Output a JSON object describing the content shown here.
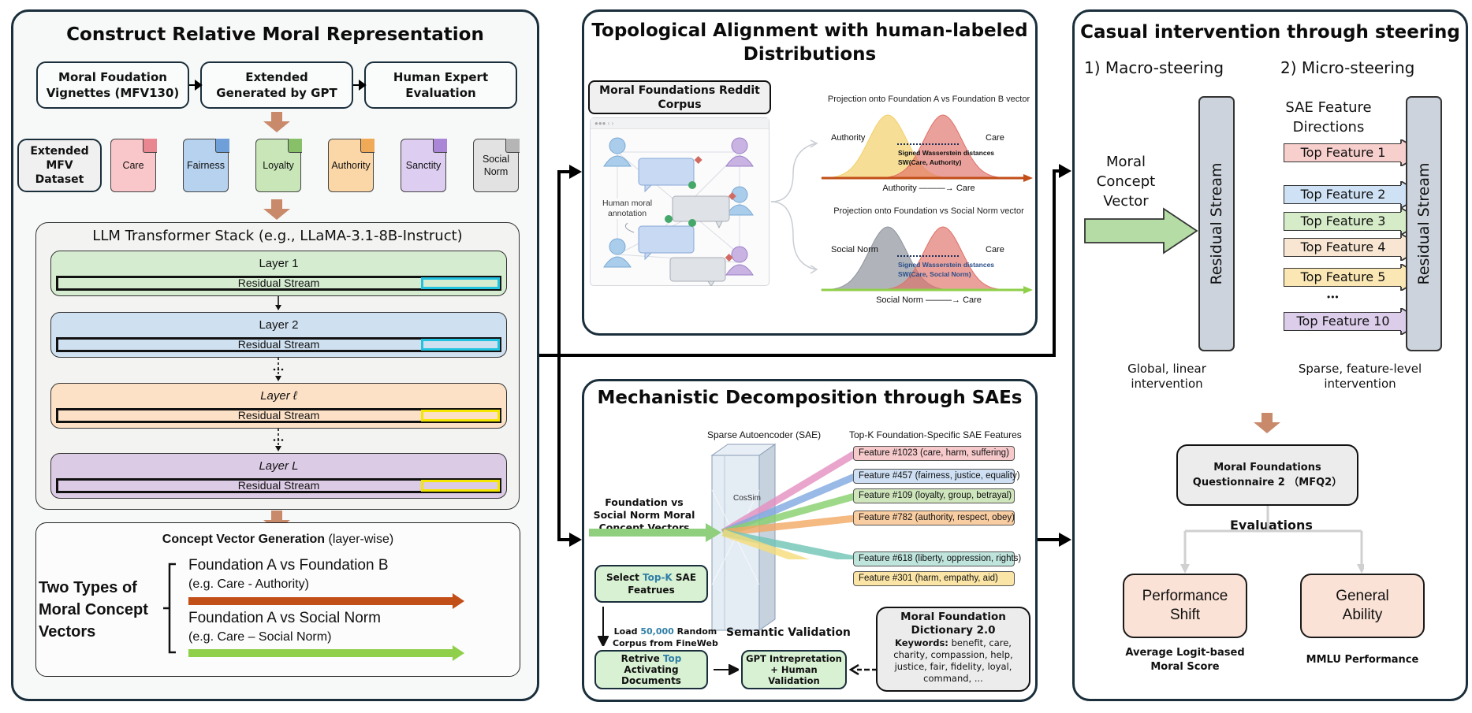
{
  "panel1": {
    "title": "Construct Relative Moral Representation",
    "pipeline": [
      {
        "label": "Moral Foudation\nVignettes (MFV130)"
      },
      {
        "label": "Extended\nGenerated by GPT"
      },
      {
        "label": "Human Expert\nEvaluation"
      }
    ],
    "dataset_label": "Extended\nMFV\nDataset",
    "documents": [
      {
        "label": "Care",
        "color": "#f9c6c9",
        "fold": "#e8878f"
      },
      {
        "label": "Fairness",
        "color": "#b6d2ef",
        "fold": "#6f9fd8"
      },
      {
        "label": "Loyalty",
        "color": "#c8e6b8",
        "fold": "#88c06a"
      },
      {
        "label": "Authority",
        "color": "#fbd7a8",
        "fold": "#f0a956"
      },
      {
        "label": "Sanctity",
        "color": "#ddcdf0",
        "fold": "#a987d6"
      },
      {
        "label": "Social\nNorm",
        "color": "#e2e2e2",
        "fold": "#b5b5b5"
      }
    ],
    "stack": {
      "title": "LLM Transformer Stack (e.g., LLaMA-3.1-8B-Instruct)",
      "layers": [
        {
          "name": "Layer 1",
          "stream": "Residual Stream",
          "color": "#d5ecd0",
          "highlight": "#22c3e0"
        },
        {
          "name": "Layer 2",
          "stream": "Residual Stream",
          "color": "#cfe0f1",
          "highlight": "#22c3e0"
        },
        {
          "name": "Layer ℓ",
          "stream": "Residual Stream",
          "color": "#fde1c6",
          "highlight": "#f5e600"
        },
        {
          "name": "Layer L",
          "stream": "Residual Stream",
          "color": "#dccbe5",
          "highlight": "#f5e600"
        }
      ],
      "ellipsis": "⋮"
    },
    "concept": {
      "title_bold": "Concept Vector Generation",
      "title_rest": " (layer-wise)",
      "types_label": "Two Types of\nMoral Concept\nVectors",
      "vectors": [
        {
          "line1": "Foundation A vs Foundation B",
          "line2": "(e.g. Care - Authority)",
          "color": "#c24e18"
        },
        {
          "line1": "Foundation A vs Social Norm",
          "line2": "(e.g. Care – Social Norm)",
          "color": "#8fcf4a"
        }
      ]
    }
  },
  "panel2": {
    "title": "Topological Alignment with human-labeled\nDistributions",
    "corpus_label": "Moral Foundations Reddit\nCorpus",
    "annotation_label": "Human moral\nannotation",
    "window_controls": "●●●  ‹  ›",
    "plots": [
      {
        "title": "Projection onto Foundation A vs Foundation B vector",
        "left_label": "Authority",
        "right_label": "Care",
        "metric_line1": "Signed Wasserstein distances",
        "metric_line2": "SW(Care, Authority)",
        "axis_label": "Authority ———→ Care",
        "left_color": "#f3d06a",
        "right_color": "#e06f66",
        "axis_color": "#c24e18",
        "metric_color": "#111111"
      },
      {
        "title": "Projection onto Foundation vs Social Norm vector",
        "left_label": "Social Norm",
        "right_label": "Care",
        "metric_line1": "Signed Wasserstein distances",
        "metric_line2": "SW(Care, Social Norm)",
        "axis_label": "Social Norm ———→ Care",
        "left_color": "#8f949c",
        "right_color": "#e06f66",
        "axis_color": "#8fcf4a",
        "metric_color": "#2a4f8a"
      }
    ]
  },
  "panel3": {
    "title": "Mechanistic Decomposition through SAEs",
    "sae_label": "Sparse Autoencoder (SAE)",
    "cossim_label": "CosSim",
    "features_header": "Top-K Foundation-Specific SAE Features",
    "input_label": "Foundation vs\nSocial Norm Moral\nConcept Vectors",
    "features": [
      {
        "label": "Feature #1023 (care, harm, suffering)",
        "color": "#f6c9cb",
        "ray": "#e48fbf"
      },
      {
        "label": "Feature #457 (fairness, justice, equality)",
        "color": "#cfe0f4",
        "ray": "#7fa7e0"
      },
      {
        "label": "Feature #109 (loyalty, group, betrayal)",
        "color": "#cfe6bd",
        "ray": "#86cf6b"
      },
      {
        "label": "Feature #782 (authority, respect, obey)",
        "color": "#f9cda2",
        "ray": "#f3a863"
      },
      {
        "label": "Feature #618 (liberty, oppression, rights)",
        "color": "#bfe4dc",
        "ray": "#6fc4b5"
      },
      {
        "label": "Feature #301 (harm, empathy, aid)",
        "color": "#fbe5a6",
        "ray": "#f5dc78"
      }
    ],
    "select_box": {
      "pre": "Select ",
      "accent": "Top-K",
      "post": " SAE\nFeatrues"
    },
    "load_label": {
      "pre": "Load ",
      "accent": "50,000",
      "post": " Random\nCorpus from FineWeb"
    },
    "retrieve_box": {
      "pre": "Retrive ",
      "accent": "Top",
      "post": "\nActivating\nDocuments"
    },
    "semantic_label": "Semantic Validation",
    "gpt_box": "GPT Intrepretation\n+ Human\nValidation",
    "dictionary": {
      "title": "Moral Foundation\nDictionary 2.0",
      "keywords_label": "Keywords:",
      "keywords": " benefit, care,\ncharity, compassion, help,\njustice, fair, fidelity, loyal,\ncommand, ..."
    },
    "accent_color": "#2f7fa6"
  },
  "panel4": {
    "title": "Casual intervention through steering",
    "macro_label": "1) Macro-steering",
    "micro_label": "2) Micro-steering",
    "moral_vector_label": "Moral\nConcept\nVector",
    "residual_label": "Residual Stream",
    "sae_dirs_label": "SAE Feature\nDirections",
    "feature_arrows": [
      {
        "label": "Top Feature 1",
        "color": "#f7cfcc"
      },
      {
        "label": "Top Feature 2",
        "color": "#cfe2f5"
      },
      {
        "label": "Top Feature 3",
        "color": "#d6ecc8"
      },
      {
        "label": "Top Feature 4",
        "color": "#f8e6d2"
      },
      {
        "label": "Top Feature 5",
        "color": "#fbe7b3"
      },
      {
        "label": "Top Feature 10",
        "color": "#dccdea"
      }
    ],
    "ellipsis": "•••",
    "macro_caption": "Global, linear\nintervention",
    "micro_caption": "Sparse, feature-level\nintervention",
    "mfq_box": "Moral Foundations\nQuestionnaire 2 （MFQ2）",
    "evaluations_label": "Evaluations",
    "eval_boxes": [
      {
        "label": "Performance\nShift",
        "caption": "Average Logit-based\nMoral Score"
      },
      {
        "label": "General\nAbility",
        "caption": "MMLU Performance"
      }
    ]
  },
  "colors": {
    "panel_border": "#1a2e3b",
    "brown_arrow": "#c98a6c",
    "green_arrow": "#8fcf7d"
  }
}
